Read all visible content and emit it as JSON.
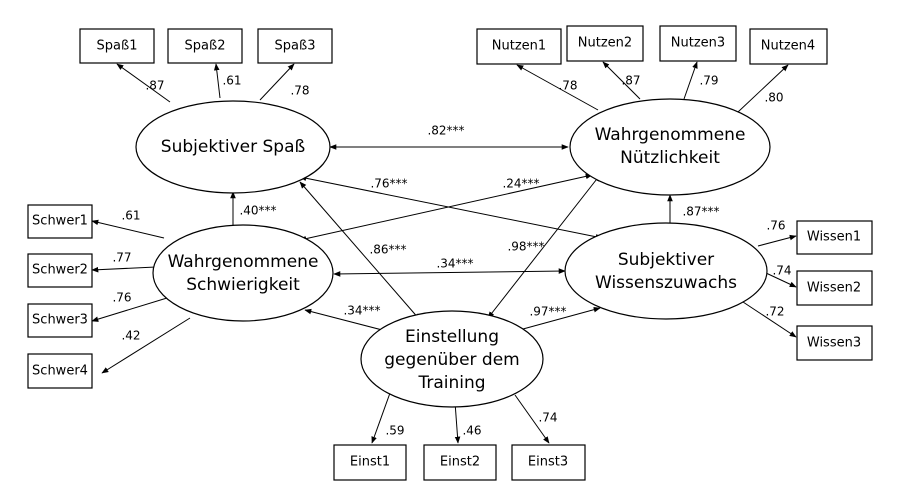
{
  "observed": {
    "spass1": "Spaß1",
    "spass2": "Spaß2",
    "spass3": "Spaß3",
    "nutzen1": "Nutzen1",
    "nutzen2": "Nutzen2",
    "nutzen3": "Nutzen3",
    "nutzen4": "Nutzen4",
    "schwer1": "Schwer1",
    "schwer2": "Schwer2",
    "schwer3": "Schwer3",
    "schwer4": "Schwer4",
    "wissen1": "Wissen1",
    "wissen2": "Wissen2",
    "wissen3": "Wissen3",
    "einst1": "Einst1",
    "einst2": "Einst2",
    "einst3": "Einst3"
  },
  "latent": {
    "spass": [
      "Subjektiver Spaß"
    ],
    "nutzen": [
      "Wahrgenommene",
      "Nützlichkeit"
    ],
    "schwer": [
      "Wahrgenommene",
      "Schwierigkeit"
    ],
    "wissen": [
      "Subjektiver",
      "Wissenszuwachs"
    ],
    "einst": [
      "Einstellung",
      "gegenüber dem",
      "Training"
    ]
  },
  "loadings": {
    "spass": [
      ".87",
      ".61",
      ".78"
    ],
    "nutzen": [
      ".78",
      ".87",
      ".79",
      ".80"
    ],
    "schwer": [
      ".61",
      ".77",
      ".76",
      ".42"
    ],
    "wissen": [
      ".76",
      ".74",
      ".72"
    ],
    "einst": [
      ".59",
      ".46",
      ".74"
    ]
  },
  "correlations": {
    "spass_nutzen": ".82***",
    "spass_schwer": ".40***",
    "spass_wissen": ".76***",
    "spass_einst": ".86***",
    "nutzen_schwer": ".24***",
    "nutzen_wissen": ".87***",
    "nutzen_einst": ".98***",
    "schwer_wissen": ".34***",
    "schwer_einst": ".34***",
    "wissen_einst": ".97***"
  }
}
